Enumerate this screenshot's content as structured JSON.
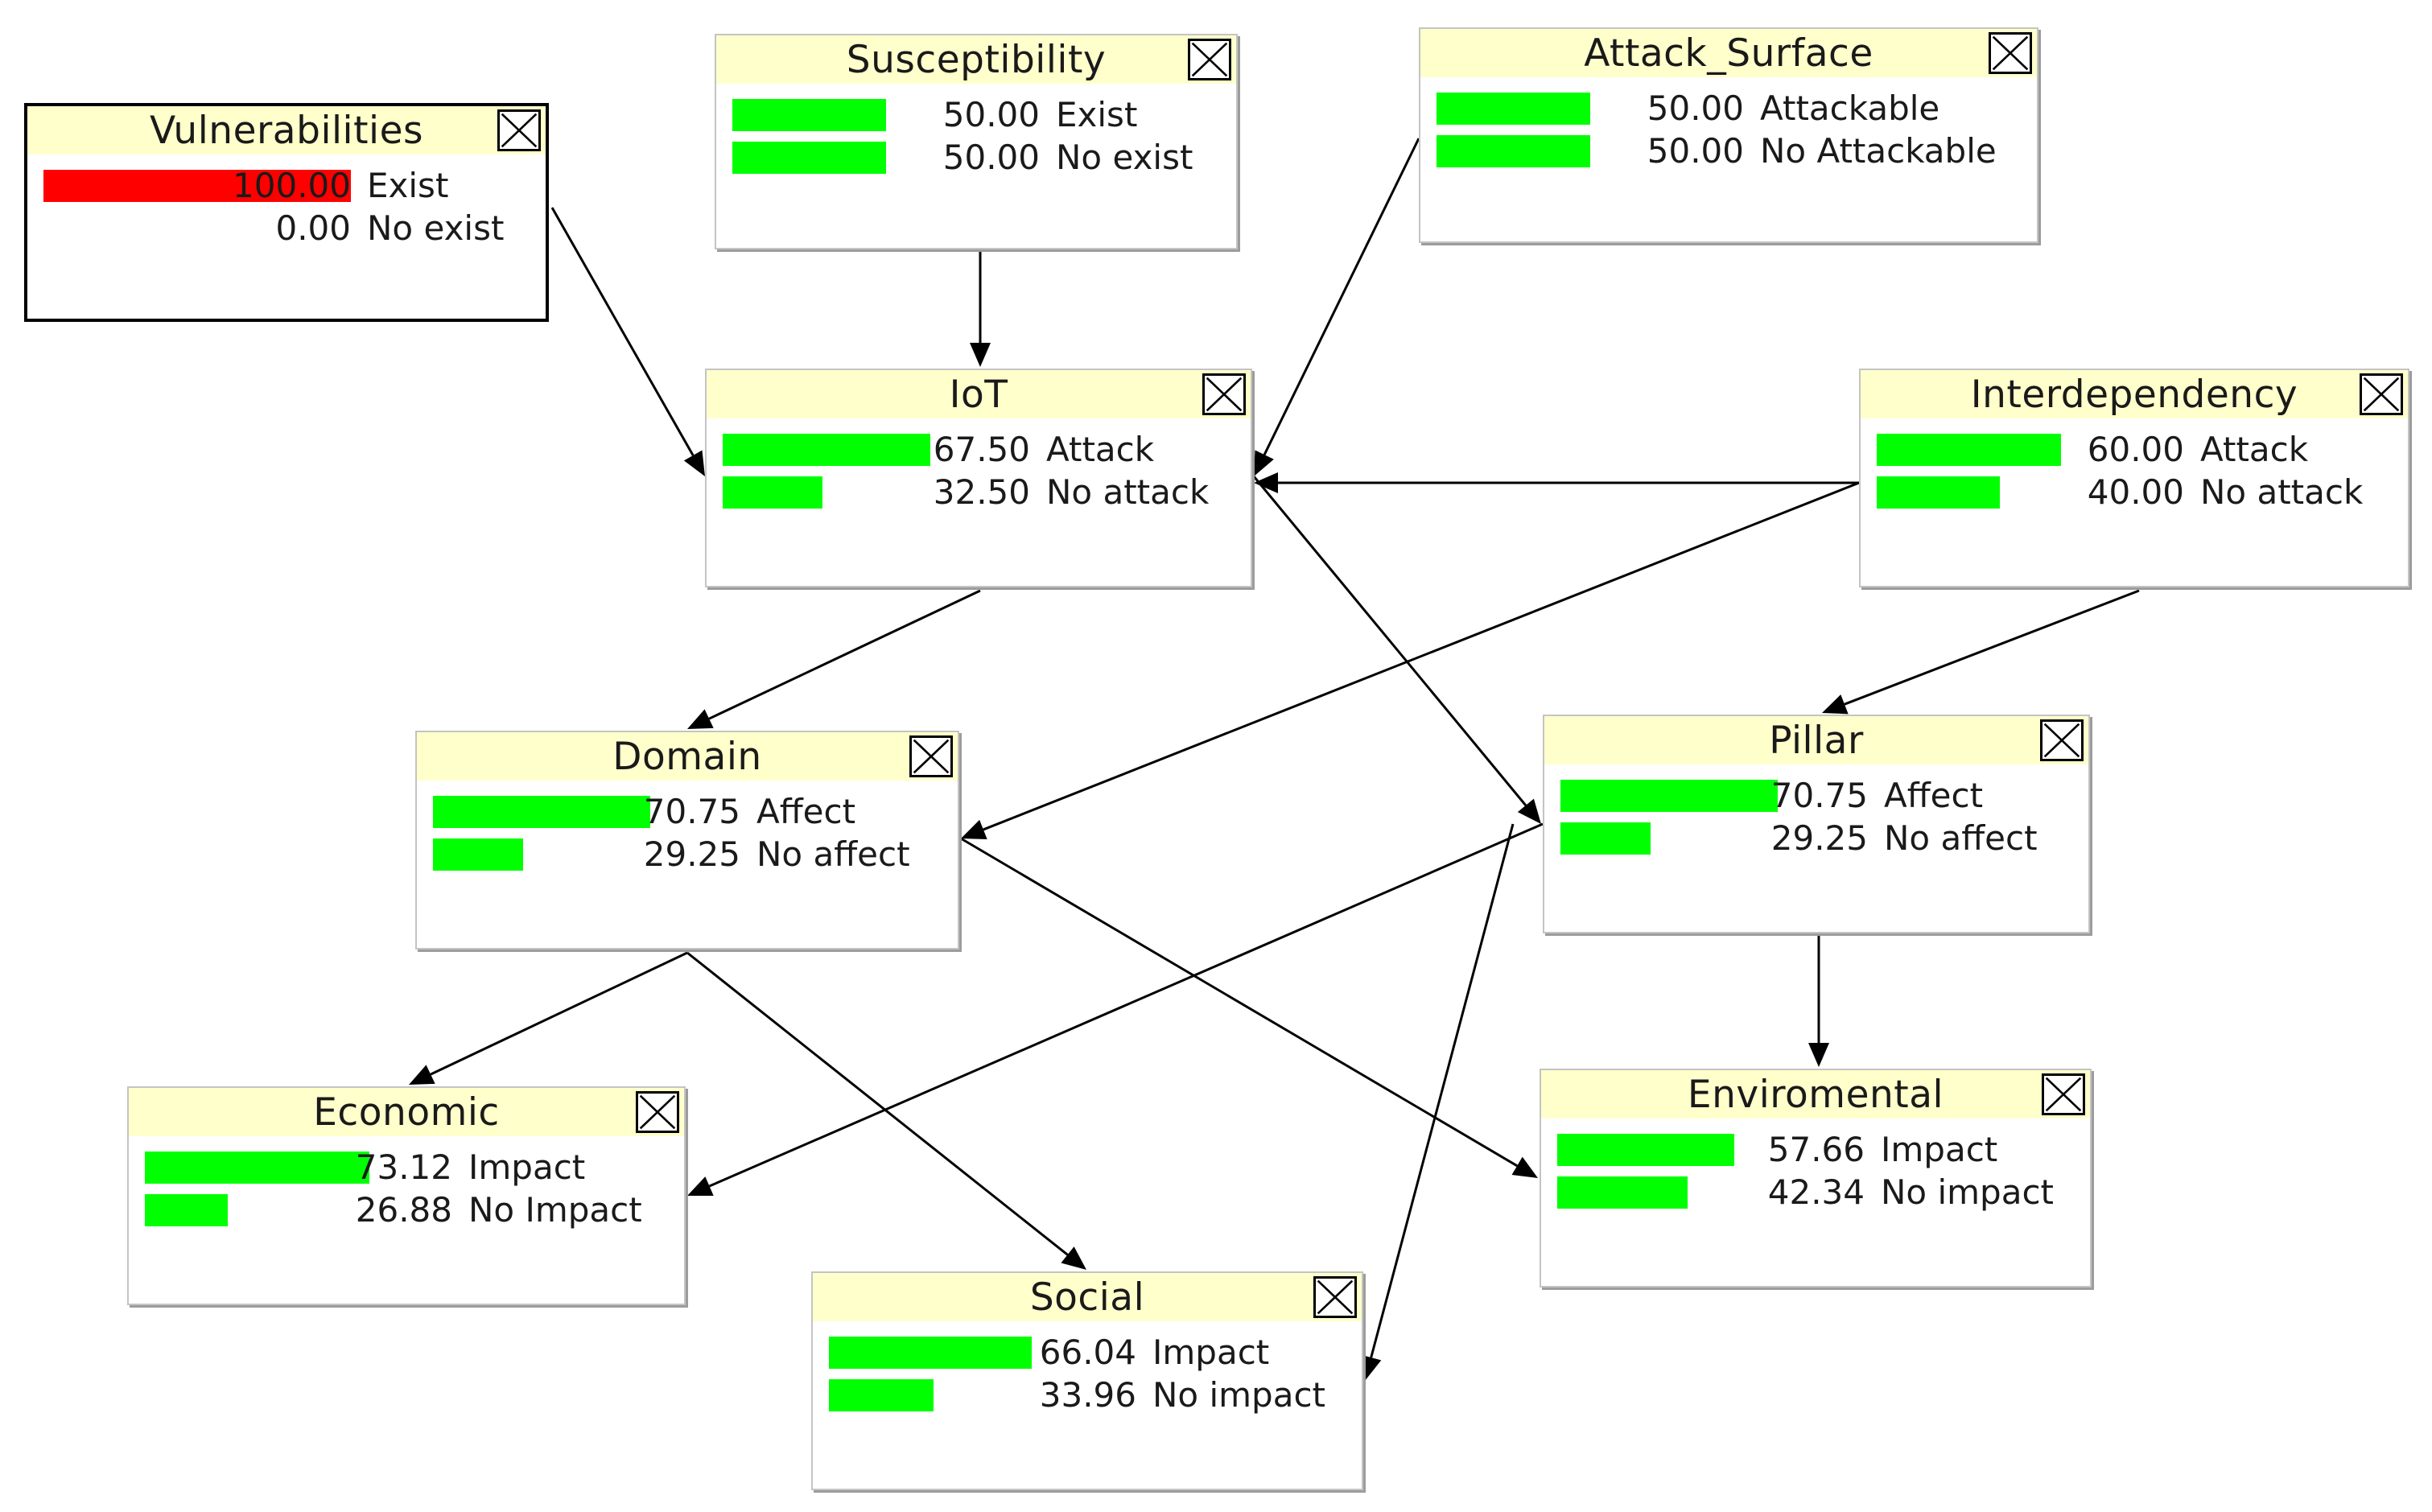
{
  "colors": {
    "bar": "#00ff00",
    "bar_evidence": "#ff0000",
    "title_bg": "#ffffcc",
    "edge": "#000000"
  },
  "nodes": [
    {
      "id": "vulnerabilities",
      "title": "Vulnerabilities",
      "evidence": true,
      "states": [
        {
          "value": "100.00",
          "label": "Exist",
          "p": 1.0
        },
        {
          "value": "0.00",
          "label": "No exist",
          "p": 0.0
        }
      ]
    },
    {
      "id": "susceptibility",
      "title": "Susceptibility",
      "evidence": false,
      "states": [
        {
          "value": "50.00",
          "label": "Exist",
          "p": 0.5
        },
        {
          "value": "50.00",
          "label": "No exist",
          "p": 0.5
        }
      ]
    },
    {
      "id": "attack-surface",
      "title": "Attack_Surface",
      "evidence": false,
      "states": [
        {
          "value": "50.00",
          "label": "Attackable",
          "p": 0.5
        },
        {
          "value": "50.00",
          "label": "No Attackable",
          "p": 0.5
        }
      ]
    },
    {
      "id": "iot",
      "title": "IoT",
      "evidence": false,
      "states": [
        {
          "value": "67.50",
          "label": "Attack",
          "p": 0.675
        },
        {
          "value": "32.50",
          "label": "No attack",
          "p": 0.325
        }
      ]
    },
    {
      "id": "interdependency",
      "title": "Interdependency",
      "evidence": false,
      "states": [
        {
          "value": "60.00",
          "label": "Attack",
          "p": 0.6
        },
        {
          "value": "40.00",
          "label": "No attack",
          "p": 0.4
        }
      ]
    },
    {
      "id": "domain",
      "title": "Domain",
      "evidence": false,
      "states": [
        {
          "value": "70.75",
          "label": "Affect",
          "p": 0.7075
        },
        {
          "value": "29.25",
          "label": "No affect",
          "p": 0.2925
        }
      ]
    },
    {
      "id": "pillar",
      "title": "Pillar",
      "evidence": false,
      "states": [
        {
          "value": "70.75",
          "label": "Affect",
          "p": 0.7075
        },
        {
          "value": "29.25",
          "label": "No affect",
          "p": 0.2925
        }
      ]
    },
    {
      "id": "economic",
      "title": "Economic",
      "evidence": false,
      "states": [
        {
          "value": "73.12",
          "label": "Impact",
          "p": 0.7312
        },
        {
          "value": "26.88",
          "label": "No Impact",
          "p": 0.2688
        }
      ]
    },
    {
      "id": "enviromental",
      "title": "Enviromental",
      "evidence": false,
      "states": [
        {
          "value": "57.66",
          "label": "Impact",
          "p": 0.5766
        },
        {
          "value": "42.34",
          "label": "No impact",
          "p": 0.4234
        }
      ]
    },
    {
      "id": "social",
      "title": "Social",
      "evidence": false,
      "states": [
        {
          "value": "66.04",
          "label": "Impact",
          "p": 0.6604
        },
        {
          "value": "33.96",
          "label": "No impact",
          "p": 0.3396
        }
      ]
    }
  ],
  "edges": [
    {
      "from": "vulnerabilities",
      "to": "iot"
    },
    {
      "from": "susceptibility",
      "to": "iot"
    },
    {
      "from": "attack-surface",
      "to": "iot"
    },
    {
      "from": "interdependency",
      "to": "iot"
    },
    {
      "from": "interdependency",
      "to": "domain"
    },
    {
      "from": "interdependency",
      "to": "pillar"
    },
    {
      "from": "iot",
      "to": "domain"
    },
    {
      "from": "iot",
      "to": "pillar"
    },
    {
      "from": "domain",
      "to": "economic"
    },
    {
      "from": "domain",
      "to": "social"
    },
    {
      "from": "domain",
      "to": "enviromental"
    },
    {
      "from": "pillar",
      "to": "economic"
    },
    {
      "from": "pillar",
      "to": "social"
    },
    {
      "from": "pillar",
      "to": "enviromental"
    }
  ]
}
